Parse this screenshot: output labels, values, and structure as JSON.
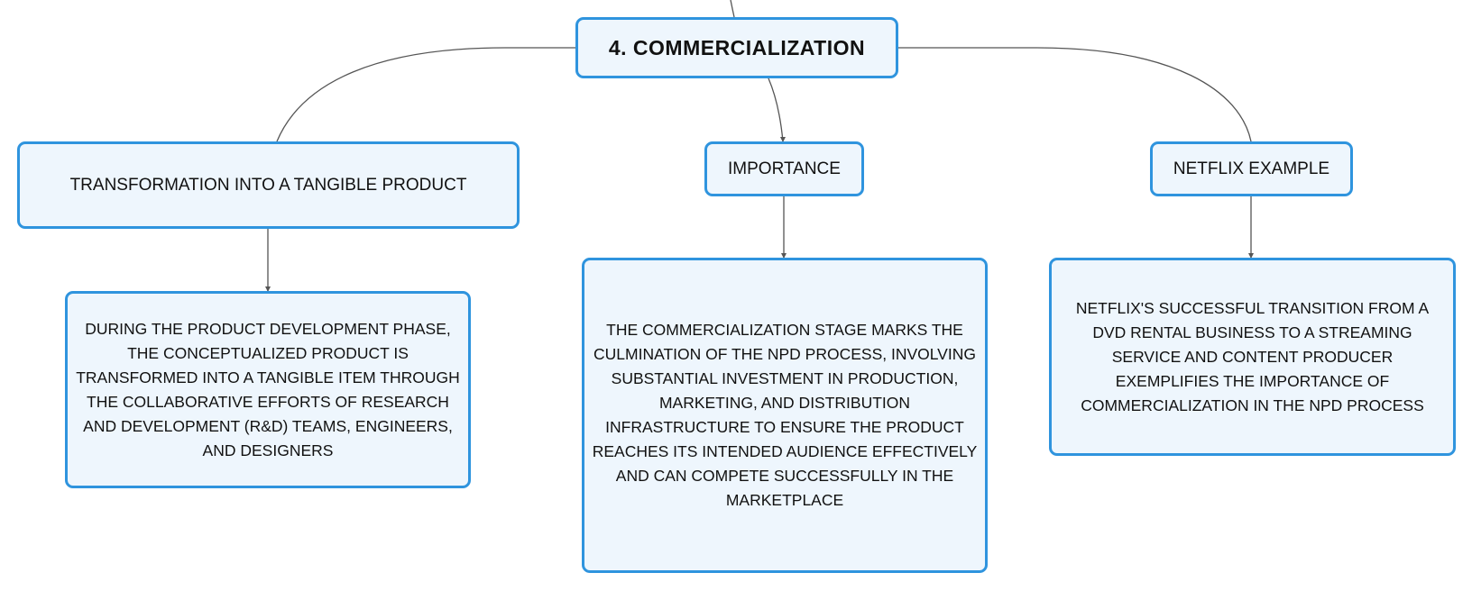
{
  "diagram": {
    "root": {
      "label": "4. COMMERCIALIZATION"
    },
    "topics": [
      {
        "label": "TRANSFORMATION INTO A TANGIBLE PRODUCT",
        "detail": "DURING THE PRODUCT DEVELOPMENT PHASE, THE CONCEPTUALIZED PRODUCT IS TRANSFORMED INTO A TANGIBLE ITEM THROUGH THE COLLABORATIVE EFFORTS OF RESEARCH AND DEVELOPMENT (R&D) TEAMS, ENGINEERS, AND DESIGNERS"
      },
      {
        "label": "IMPORTANCE",
        "detail": "THE COMMERCIALIZATION STAGE MARKS THE CULMINATION OF THE NPD PROCESS, INVOLVING SUBSTANTIAL INVESTMENT IN PRODUCTION, MARKETING, AND DISTRIBUTION INFRASTRUCTURE TO ENSURE THE PRODUCT REACHES ITS INTENDED AUDIENCE EFFECTIVELY AND CAN COMPETE SUCCESSFULLY IN THE MARKETPLACE"
      },
      {
        "label": "NETFLIX EXAMPLE",
        "detail": "NETFLIX'S SUCCESSFUL TRANSITION FROM A DVD RENTAL BUSINESS TO A STREAMING SERVICE AND CONTENT PRODUCER EXEMPLIFIES THE IMPORTANCE OF COMMERCIALIZATION IN THE NPD PROCESS"
      }
    ]
  },
  "colors": {
    "node_border": "#2f94de",
    "node_fill": "#eef6fd",
    "connector": "#555555",
    "text": "#111111"
  }
}
